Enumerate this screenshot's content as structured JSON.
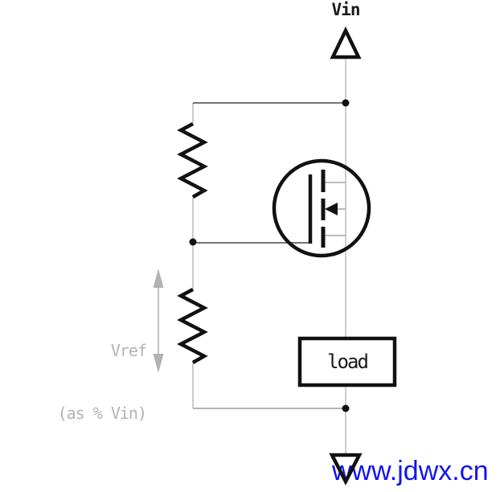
{
  "diagram": {
    "type": "circuit-schematic",
    "description": "High-side MOSFET switch: Vin feeds a resistor divider whose midpoint drives the MOSFET gate; MOSFET passes Vin to a load referenced to ground",
    "labels": {
      "vin": "Vin",
      "load": "load",
      "vref_line1": "Vref",
      "vref_line2": "(as % Vin)"
    },
    "icons": [
      "vin-terminal-icon",
      "resistor-icon",
      "mosfet-icon",
      "load-box",
      "ground-icon",
      "junction-dot",
      "vref-range-arrow-icon"
    ]
  },
  "watermark": {
    "text": "www.jdwx.cn"
  },
  "colors": {
    "component": "#111111",
    "text_dark": "#1a1a1a",
    "wire_light": "#cccccc",
    "wire_mid": "#b5b5b5",
    "wire_dark": "#454545",
    "tap_gray": "#a8a8a8",
    "label_gray": "#b3b3b3",
    "watermark_blue": "#1414ee",
    "background": "#ffffff"
  }
}
